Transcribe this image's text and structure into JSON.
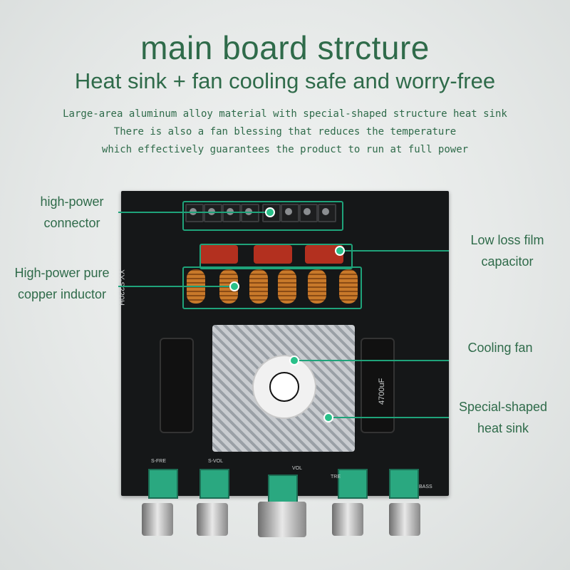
{
  "header": {
    "title": "main board strcture",
    "subtitle": "Heat sink + fan cooling  safe and worry-free",
    "desc_lines": [
      "Large-area aluminum alloy material with special-shaped structure heat sink",
      "There is also a fan blessing that reduces the temperature",
      "which effectively guarantees the product to run at full power"
    ]
  },
  "callouts": {
    "connector": [
      "high-power",
      "connector"
    ],
    "inductor": [
      "High-power pure",
      "copper inductor"
    ],
    "capacitor": [
      "Low loss film",
      "capacitor"
    ],
    "fan": [
      "Cooling fan"
    ],
    "heatsink": [
      "Special-shaped",
      "heat sink"
    ]
  },
  "board": {
    "model": "XY-S220H",
    "pot_labels": [
      "S-FRE",
      "S-VOL",
      "VOL",
      "TRE",
      "BASS"
    ],
    "cap_text": "4700uF"
  },
  "colors": {
    "accent": "#1fa37a",
    "text": "#2f6b4a",
    "board": "#151718"
  }
}
